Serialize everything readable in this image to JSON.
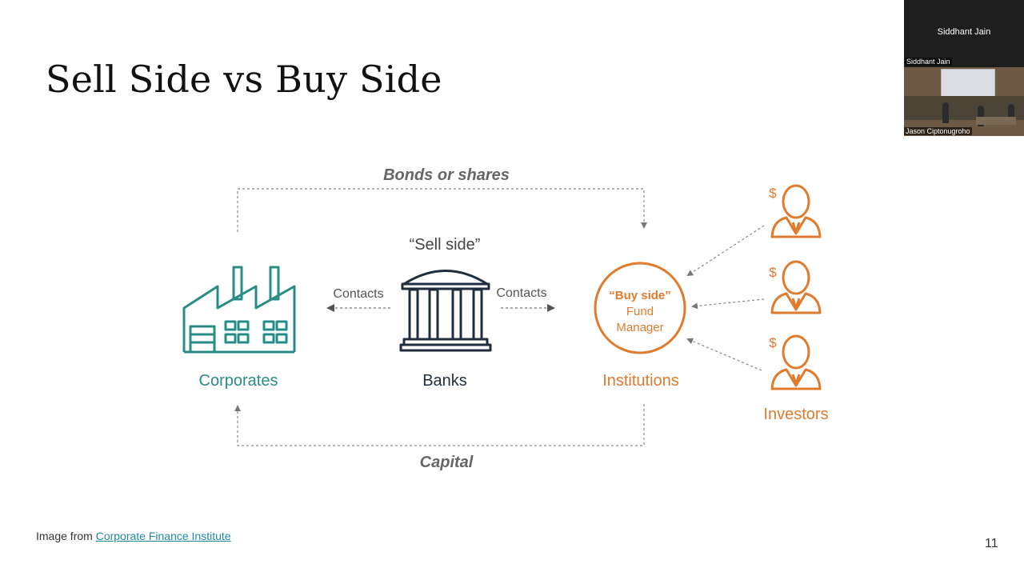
{
  "slide": {
    "title": "Sell Side vs Buy Side",
    "page_number": "11",
    "credit_prefix": "Image from ",
    "credit_link": "Corporate Finance Institute"
  },
  "diagram": {
    "top_flow_label": "Bonds or shares",
    "bottom_flow_label": "Capital",
    "sell_side_label": "“Sell side”",
    "contacts_left": "Contacts",
    "contacts_right": "Contacts",
    "corporates_label": "Corporates",
    "banks_label": "Banks",
    "institutions_label": "Institutions",
    "buy_side_line1": "“Buy side”",
    "buy_side_line2": "Fund",
    "buy_side_line3": "Manager",
    "investors_label": "Investors",
    "dollar": "$",
    "colors": {
      "corporates": "#2a8c86",
      "banks": "#1f2d3d",
      "institutions": "#e07b2e",
      "flow": "#666666"
    },
    "icons": [
      "factory-icon",
      "bank-building-icon",
      "investor-person-icon"
    ]
  },
  "video": {
    "top_tile_name": "Siddhant Jain",
    "top_tile_corner_name": "Siddhant Jain",
    "bottom_tile_name": "Jason Ciptonugroho"
  }
}
